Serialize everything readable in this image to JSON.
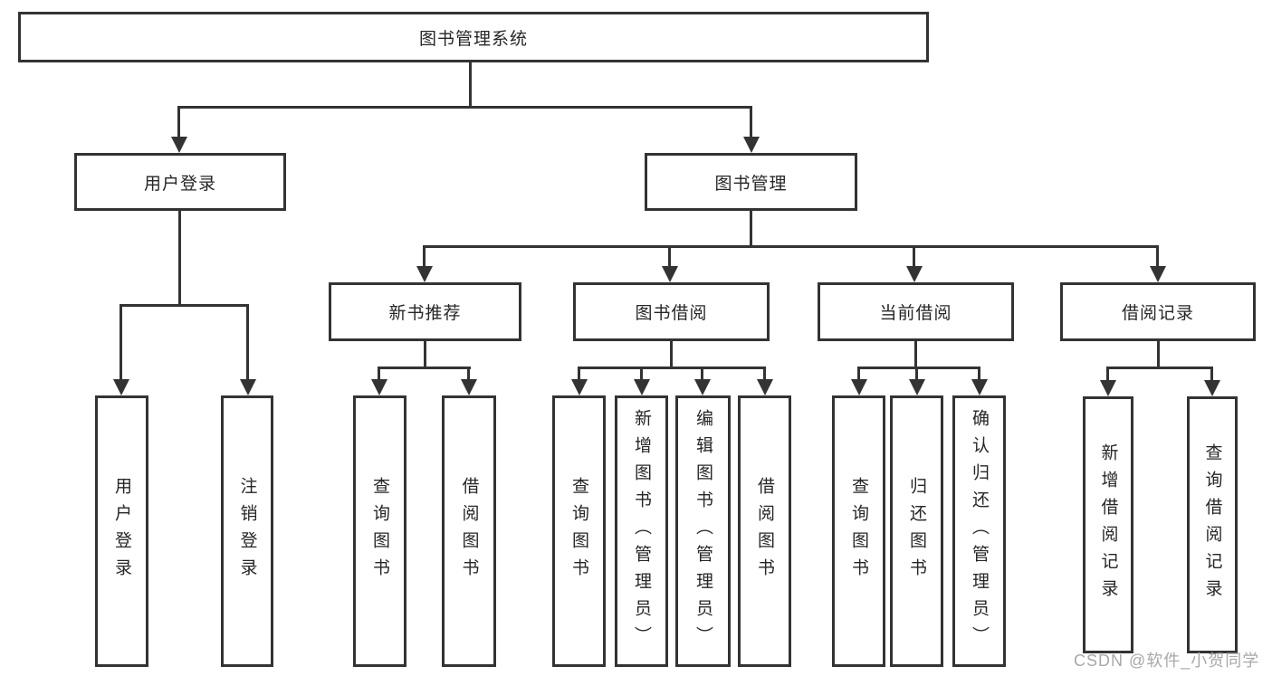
{
  "diagram_title": "图书管理系统",
  "tree": {
    "root": {
      "label": "图书管理系统"
    },
    "branches": [
      {
        "label": "用户登录",
        "children": [
          {
            "label": "用户登录"
          },
          {
            "label": "注销登录"
          }
        ]
      },
      {
        "label": "图书管理",
        "children": [
          {
            "label": "新书推荐",
            "children": [
              {
                "label": "查询图书"
              },
              {
                "label": "借阅图书"
              }
            ]
          },
          {
            "label": "图书借阅",
            "children": [
              {
                "label": "查询图书"
              },
              {
                "label": "新增图书（管理员）"
              },
              {
                "label": "编辑图书（管理员）"
              },
              {
                "label": "借阅图书"
              }
            ]
          },
          {
            "label": "当前借阅",
            "children": [
              {
                "label": "查询图书"
              },
              {
                "label": "归还图书"
              },
              {
                "label": "确认归还（管理员）"
              }
            ]
          },
          {
            "label": "借阅记录",
            "children": [
              {
                "label": "新增借阅记录"
              },
              {
                "label": "查询借阅记录"
              }
            ]
          }
        ]
      }
    ]
  },
  "watermark": {
    "text": "CSDN @软件_小贺同学",
    "color": "#a8a8a8"
  },
  "colors": {
    "line": "#333333",
    "box_border": "#333333",
    "box_fill": "#ffffff",
    "text": "#262626",
    "background": "#ffffff"
  }
}
